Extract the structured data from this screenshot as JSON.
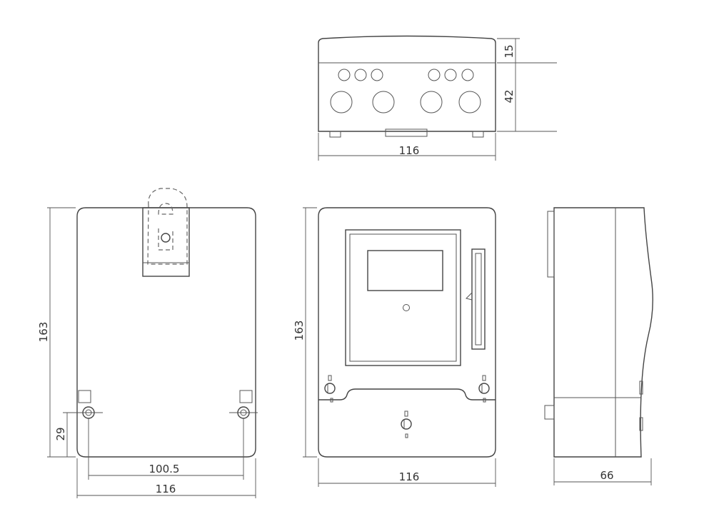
{
  "dimensions": {
    "top_view": {
      "width": "116",
      "height_upper": "15",
      "height_lower": "42"
    },
    "back_view": {
      "height": "163",
      "mount_offset": "29",
      "mount_spacing": "100.5",
      "width": "116"
    },
    "front_view": {
      "height": "163",
      "width": "116"
    },
    "side_view": {
      "depth": "66"
    }
  }
}
